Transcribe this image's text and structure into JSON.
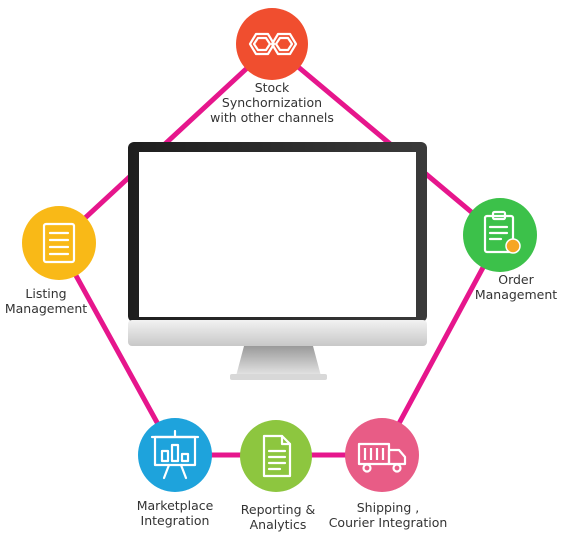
{
  "colors": {
    "connector": "#e6168c",
    "stock": "#f04e2f",
    "order": "#3cc14a",
    "shipping": "#e85c86",
    "reporting": "#8dc63f",
    "marketplace": "#1ea3dc",
    "listing": "#f9b917"
  },
  "nodes": {
    "stock": {
      "icon": "hexagons-icon",
      "label_lines": [
        "Stock",
        "Synchornization",
        "with other  channels"
      ]
    },
    "order": {
      "icon": "clipboard-icon",
      "label_lines": [
        "Order",
        "Management"
      ]
    },
    "shipping": {
      "icon": "truck-icon",
      "label_lines": [
        "Shipping  ,",
        "Courier Integration"
      ]
    },
    "reporting": {
      "icon": "document-icon",
      "label_lines": [
        "Reporting &",
        "Analytics"
      ]
    },
    "marketplace": {
      "icon": "presentation-board-icon",
      "label_lines": [
        "Marketplace",
        "Integration"
      ]
    },
    "listing": {
      "icon": "list-icon",
      "label_lines": [
        "Listing",
        "Management"
      ]
    }
  }
}
